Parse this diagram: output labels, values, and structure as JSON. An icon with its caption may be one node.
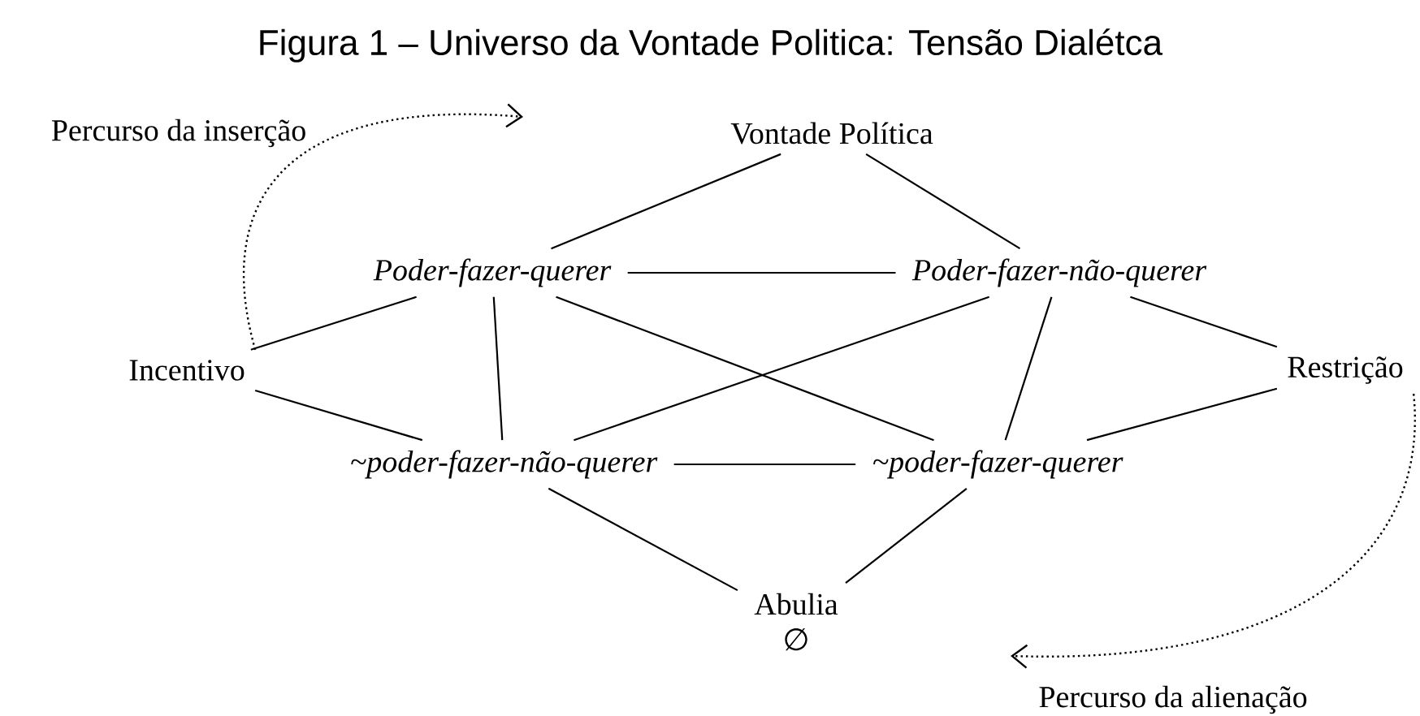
{
  "diagram": {
    "title": "Figura 1 – Universo da Vontade Politica: Tensão Dialétca",
    "nodes": [
      {
        "text": [
          "Vontade Política"
        ]
      },
      {
        "text": [
          "Poder-fazer-querer"
        ]
      },
      {
        "text": [
          "Poder-fazer-não-querer"
        ]
      },
      {
        "text": [
          "Incentivo"
        ]
      },
      {
        "text": [
          "Restrição"
        ]
      },
      {
        "text": [
          "~poder-fazer-não-querer"
        ]
      },
      {
        "text": [
          "~poder-fazer-querer"
        ]
      },
      {
        "text": [
          "Abulia",
          "∅"
        ]
      }
    ],
    "edges": [
      {
        "from": 0,
        "to": 1,
        "arrow": "none"
      },
      {
        "from": 0,
        "to": 2,
        "arrow": "none"
      },
      {
        "from": 1,
        "to": 2,
        "arrow": "none"
      },
      {
        "from": 3,
        "to": 1,
        "arrow": "none"
      },
      {
        "from": 1,
        "to": 5,
        "arrow": "none"
      },
      {
        "from": 1,
        "to": 6,
        "arrow": "none"
      },
      {
        "from": 2,
        "to": 4,
        "arrow": "none"
      },
      {
        "from": 2,
        "to": 5,
        "arrow": "none"
      },
      {
        "from": 2,
        "to": 6,
        "arrow": "none"
      },
      {
        "from": 3,
        "to": 5,
        "arrow": "none"
      },
      {
        "from": 4,
        "to": 6,
        "arrow": "none"
      },
      {
        "from": 5,
        "to": 6,
        "arrow": "none"
      },
      {
        "from": 5,
        "to": 7,
        "arrow": "none"
      },
      {
        "from": 6,
        "to": 7,
        "arrow": "none"
      },
      {
        "from": 3,
        "to": null,
        "arrow": "to",
        "style": "dashed"
      },
      {
        "from": 4,
        "to": null,
        "arrow": "to",
        "style": "dashed"
      }
    ],
    "labels": [
      "Percurso da inserção",
      "Percurso da alienação"
    ]
  }
}
